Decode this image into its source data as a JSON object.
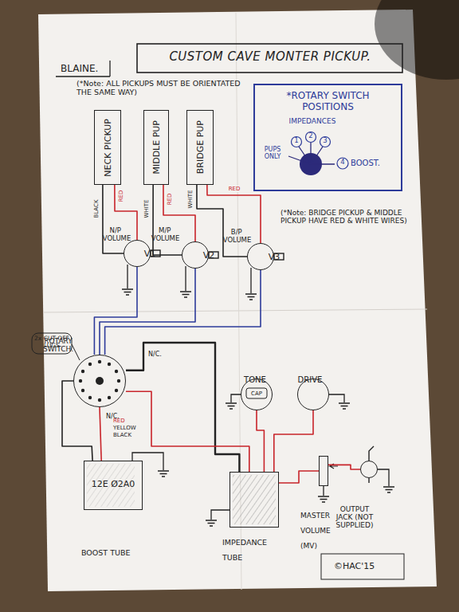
{
  "diagram": {
    "title": "CUSTOM CAVE MONTER PICKUP.",
    "nodes": [
      {
        "text": [
          "*ROTARY SWITCH POSITIONS"
        ]
      },
      {
        "text": [
          "NECK PICKUP"
        ]
      },
      {
        "text": [
          "MIDDLE PUP"
        ]
      },
      {
        "text": [
          "BRIDGE PUP"
        ]
      },
      {
        "text": [
          "N/P VOLUME",
          "V1"
        ]
      },
      {
        "text": [
          "M/P VOLUME",
          "V2"
        ]
      },
      {
        "text": [
          "B/P VOLUME",
          "V3"
        ]
      },
      {
        "text": [
          "ROTARY SWITCH."
        ]
      },
      {
        "text": [
          "TONE"
        ]
      },
      {
        "text": [
          "DRIVE"
        ]
      },
      {
        "text": [
          "12E Ø2A0",
          "BOOST TUBE"
        ]
      },
      {
        "text": [
          "IMPEDANCE TUBE"
        ]
      },
      {
        "text": [
          "MASTER VOLUME (MV)"
        ]
      },
      {
        "text": [
          "OUTPUT JACK (NOT SUPPLIED)"
        ]
      },
      {
        "text": [
          "©HAC'15"
        ]
      }
    ],
    "edges": [
      {
        "from": 1,
        "to": 4,
        "label": "BLACK",
        "arrow": "none"
      },
      {
        "from": 1,
        "to": 4,
        "label": "RED",
        "arrow": "none"
      },
      {
        "from": 2,
        "to": 5,
        "label": "WHITE",
        "arrow": "none"
      },
      {
        "from": 2,
        "to": 5,
        "label": "RED",
        "arrow": "none"
      },
      {
        "from": 3,
        "to": 6,
        "label": "WHITE",
        "arrow": "none"
      },
      {
        "from": 3,
        "to": 6,
        "label": "RED",
        "arrow": "none"
      },
      {
        "from": 4,
        "to": 7,
        "arrow": "none"
      },
      {
        "from": 5,
        "to": 7,
        "arrow": "none"
      },
      {
        "from": 6,
        "to": 7,
        "arrow": "none"
      },
      {
        "from": 7,
        "to": 10,
        "arrow": "none"
      },
      {
        "from": 7,
        "to": 10,
        "arrow": "none"
      },
      {
        "from": 7,
        "to": 11,
        "arrow": "none"
      },
      {
        "from": 7,
        "to": 11,
        "arrow": "none"
      },
      {
        "from": 11,
        "to": 8,
        "arrow": "none"
      },
      {
        "from": 11,
        "to": 9,
        "arrow": "none"
      },
      {
        "from": 11,
        "to": 12,
        "arrow": "none"
      },
      {
        "from": 12,
        "to": 13,
        "arrow": "none"
      }
    ],
    "labels": [
      "BLAINE.",
      "(*Note: ALL PICKUPS MUST BE ORIENTATED THE SAME WAY)",
      "(*Note: BRIDGE PICKUP & MIDDLE PICKUP HAVE RED & WHITE WIRES)",
      "IMPEDANCES",
      "1",
      "2",
      "3",
      "PUPS ONLY",
      "4",
      "BOOST.",
      "2x CUT OFF LUGS",
      "N/C.",
      "N/C.",
      "CAP",
      "RED",
      "YELLOW",
      "BLACK"
    ]
  }
}
